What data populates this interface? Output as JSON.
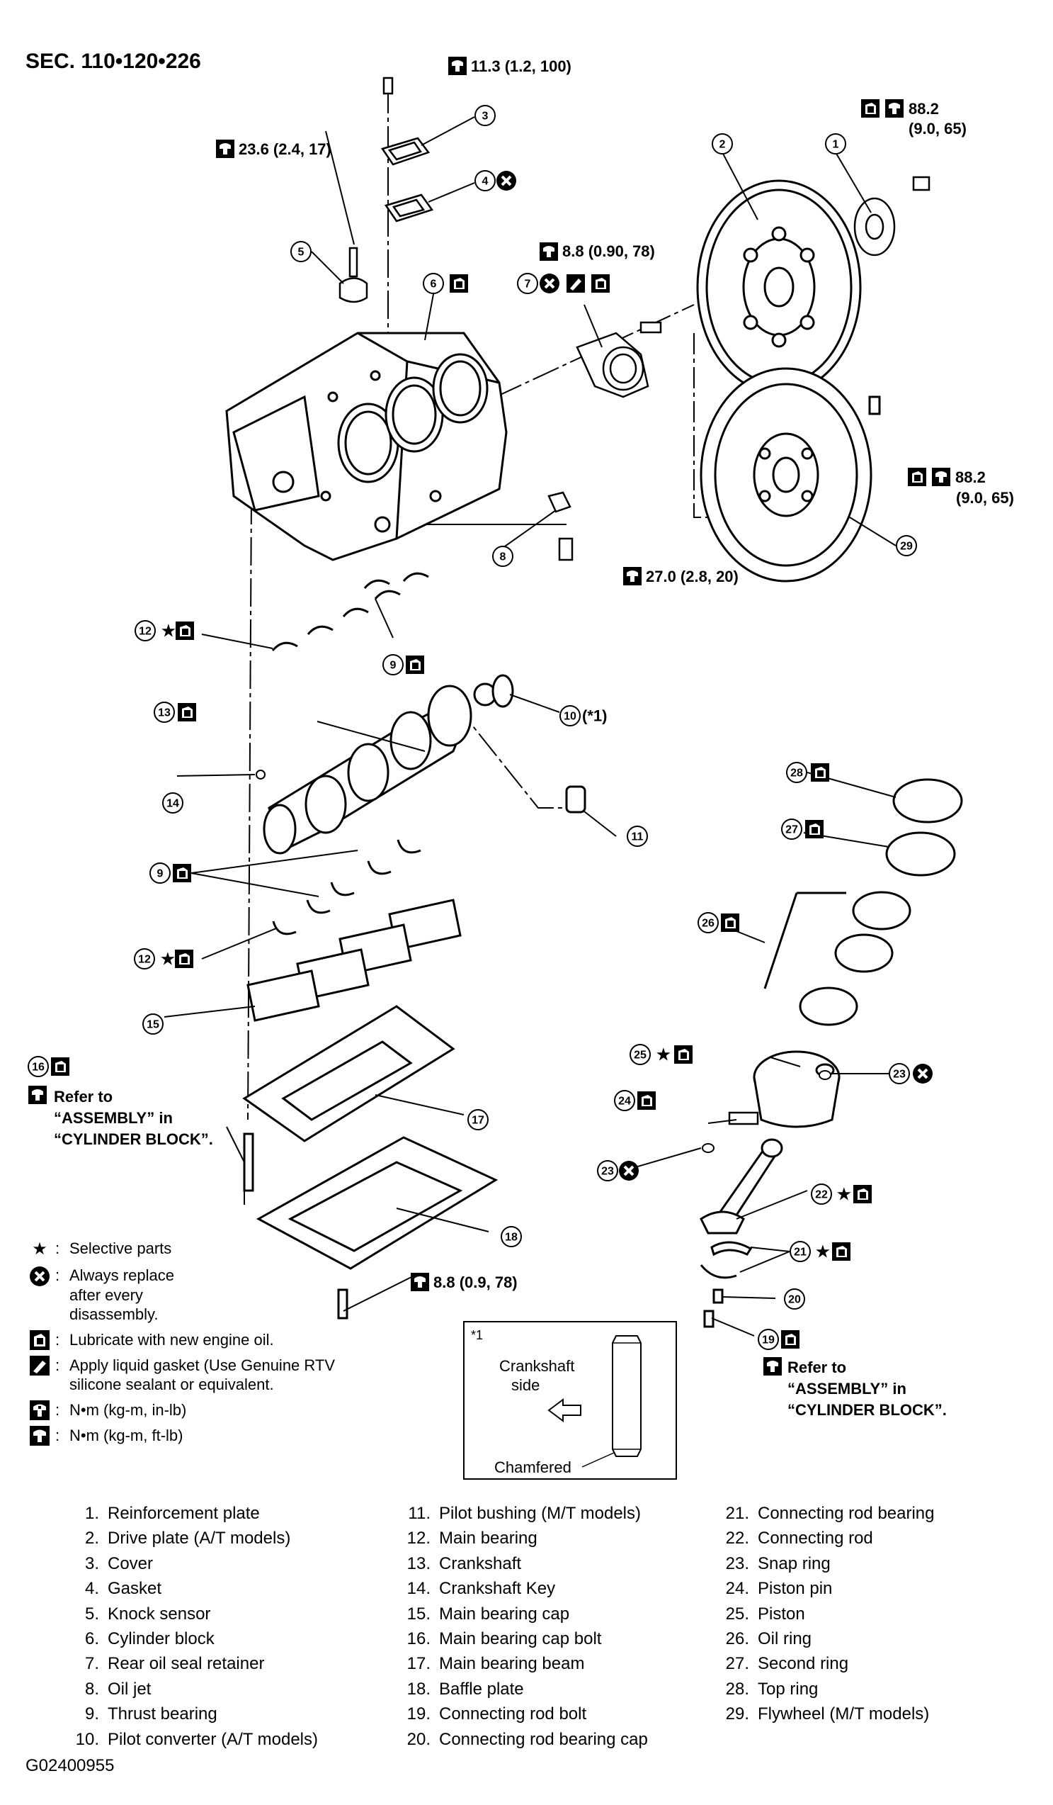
{
  "header": {
    "section": "SEC. 110•120•226"
  },
  "figure_id": "G02400955",
  "torques": {
    "t_cover_bolt": "11.3 (1.2, 100)",
    "t_knock": "23.6 (2.4, 17)",
    "t_drive_plate_a": "88.2",
    "t_drive_plate_b": "(9.0, 65)",
    "t_retainer": "8.8 (0.90, 78)",
    "t_flywheel_a": "88.2",
    "t_flywheel_b": "(9.0, 65)",
    "t_oil_jet": "27.0 (2.8, 20)",
    "t_baffle": "8.8 (0.9, 78)"
  },
  "callouts": {
    "c1": "1",
    "c2": "2",
    "c3": "3",
    "c4": "4",
    "c5": "5",
    "c6": "6",
    "c7": "7",
    "c8": "8",
    "c9a": "9",
    "c9b": "9",
    "c10": "10",
    "c10note": "(*1)",
    "c11": "11",
    "c12a": "12",
    "c12b": "12",
    "c13": "13",
    "c14": "14",
    "c15": "15",
    "c16": "16",
    "c17": "17",
    "c18": "18",
    "c19": "19",
    "c20": "20",
    "c21": "21",
    "c22": "22",
    "c23a": "23",
    "c23b": "23",
    "c24": "24",
    "c25": "25",
    "c26": "26",
    "c27": "27",
    "c28": "28",
    "c29": "29",
    "star": "★"
  },
  "notes": {
    "refer_left_1": "Refer to",
    "refer_left_2": "“ASSEMBLY” in",
    "refer_left_3": "“CYLINDER BLOCK”.",
    "refer_right_1": "Refer to",
    "refer_right_2": "“ASSEMBLY” in",
    "refer_right_3": "“CYLINDER BLOCK”."
  },
  "detail_box": {
    "ref": "*1",
    "side_1": "Crankshaft",
    "side_2": "side",
    "chamfered": "Chamfered"
  },
  "legend": [
    {
      "symbol": "★",
      "text": "Selective parts"
    },
    {
      "symbol": "replace-icon",
      "text": "Always replace\nafter every\ndisassembly."
    },
    {
      "symbol": "oil-icon",
      "text": "Lubricate with new engine oil."
    },
    {
      "symbol": "gasket-icon",
      "text": "Apply liquid gasket (Use Genuine RTV\nsilicone sealant or equivalent."
    },
    {
      "symbol": "torque-inlb-icon",
      "text": "N•m (kg-m, in-lb)"
    },
    {
      "symbol": "torque-ftlb-icon",
      "text": "N•m (kg-m, ft-lb)"
    }
  ],
  "parts_col1": [
    {
      "n": "1.",
      "name": "Reinforcement plate"
    },
    {
      "n": "2.",
      "name": "Drive plate (A/T models)"
    },
    {
      "n": "3.",
      "name": "Cover"
    },
    {
      "n": "4.",
      "name": "Gasket"
    },
    {
      "n": "5.",
      "name": "Knock sensor"
    },
    {
      "n": "6.",
      "name": "Cylinder block"
    },
    {
      "n": "7.",
      "name": "Rear oil seal retainer"
    },
    {
      "n": "8.",
      "name": "Oil jet"
    },
    {
      "n": "9.",
      "name": "Thrust bearing"
    },
    {
      "n": "10.",
      "name": "Pilot converter (A/T models)"
    }
  ],
  "parts_col2": [
    {
      "n": "11.",
      "name": "Pilot bushing (M/T models)"
    },
    {
      "n": "12.",
      "name": "Main bearing"
    },
    {
      "n": "13.",
      "name": "Crankshaft"
    },
    {
      "n": "14.",
      "name": "Crankshaft Key"
    },
    {
      "n": "15.",
      "name": "Main bearing cap"
    },
    {
      "n": "16.",
      "name": "Main bearing cap bolt"
    },
    {
      "n": "17.",
      "name": "Main bearing beam"
    },
    {
      "n": "18.",
      "name": "Baffle plate"
    },
    {
      "n": "19.",
      "name": "Connecting rod bolt"
    },
    {
      "n": "20.",
      "name": "Connecting rod bearing cap"
    }
  ],
  "parts_col3": [
    {
      "n": "21.",
      "name": "Connecting rod bearing"
    },
    {
      "n": "22.",
      "name": "Connecting rod"
    },
    {
      "n": "23.",
      "name": "Snap ring"
    },
    {
      "n": "24.",
      "name": "Piston pin"
    },
    {
      "n": "25.",
      "name": "Piston"
    },
    {
      "n": "26.",
      "name": "Oil ring"
    },
    {
      "n": "27.",
      "name": "Second ring"
    },
    {
      "n": "28.",
      "name": "Top ring"
    },
    {
      "n": "29.",
      "name": "Flywheel (M/T models)"
    }
  ]
}
